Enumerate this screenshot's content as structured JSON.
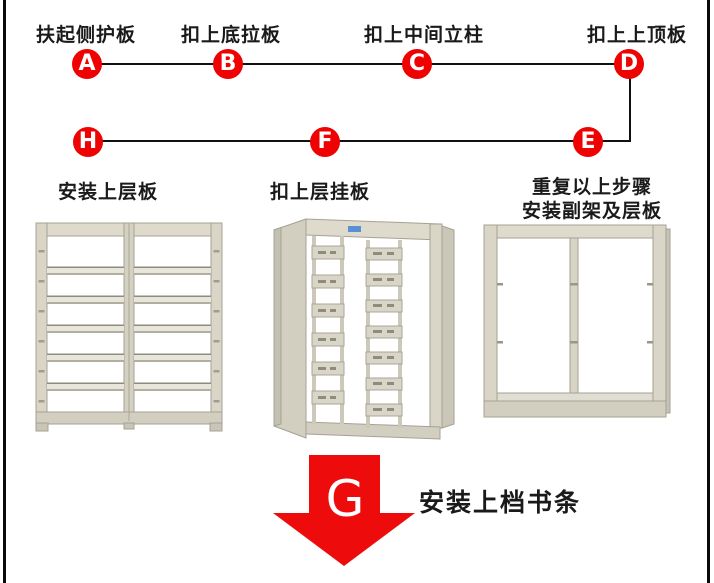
{
  "diagram": {
    "top_steps": [
      {
        "letter": "A",
        "label": "扶起侧护板"
      },
      {
        "letter": "B",
        "label": "扣上底拉板"
      },
      {
        "letter": "C",
        "label": "扣上中间立柱"
      },
      {
        "letter": "D",
        "label": "扣上上顶板"
      }
    ],
    "bottom_steps": [
      {
        "letter": "H",
        "label": "安装上层板"
      },
      {
        "letter": "F",
        "label": "扣上层挂板"
      },
      {
        "letter": "E",
        "label_line1": "重复以上步骤",
        "label_line2": "安装副架及层板"
      }
    ],
    "final_step": {
      "letter": "G",
      "label": "安装上档书条"
    }
  },
  "colors": {
    "step_red": "#ee0202",
    "arrow_red": "#ee0b0b",
    "line_black": "#111111",
    "text_black": "#1a1a1a",
    "shelf_beige": "#d9d6c8",
    "sticker_blue": "#5b8fd4"
  }
}
